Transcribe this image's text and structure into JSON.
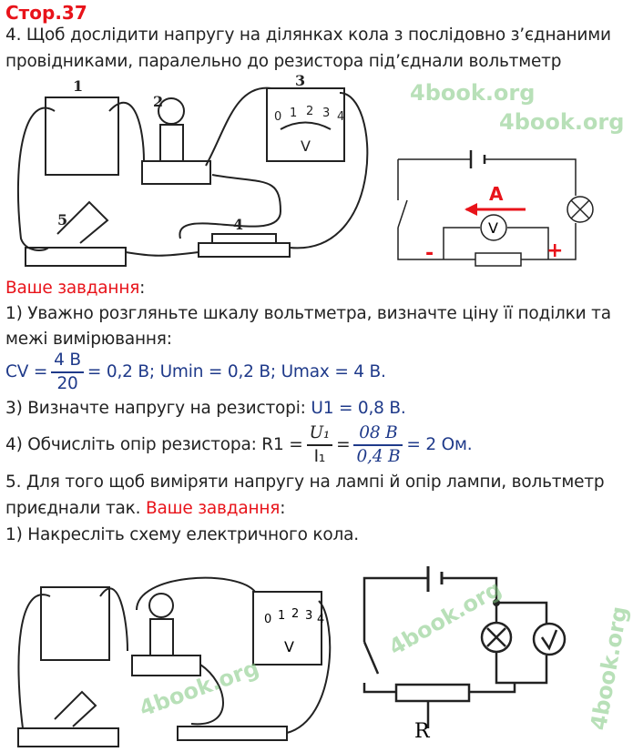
{
  "page_title": "Стор.37",
  "task4": {
    "line1": "4. Щоб дослідити напругу на ділянках кола з послідовно з’єднаними",
    "line2": "провідниками, паралельно до резистора під’єднали вольтметр",
    "figure_labels": [
      "1",
      "2",
      "3",
      "4",
      "5"
    ],
    "voltmeter_scale": [
      "0",
      "1",
      "2",
      "3",
      "4"
    ],
    "voltmeter_symbol": "V",
    "schematic": {
      "current_label": "A",
      "minus": "-",
      "plus": "+",
      "voltmeter": "V"
    },
    "your_task": "Ваше завдання",
    "item1_line1": "1) Уважно розгляньте шкалу вольтметра, визначте ціну її поділки та",
    "item1_line2": "межі вимірювання:",
    "cv": {
      "lhs": "CV =",
      "num": "4 В",
      "den": "20",
      "rhs": "= 0,2 В; Umin = 0,2 В; Umax = 4 В."
    },
    "item3_text": "3) Визначте напругу на резисторі:",
    "item3_answer": "U1 = 0,8 В.",
    "item4_text": "4) Обчисліть опір резистора: R1 =",
    "item4": {
      "num1": "U₁",
      "den1": "I₁",
      "eq": "=",
      "num2": "08 B",
      "den2": "0,4 B",
      "result": "= 2 Ом."
    }
  },
  "task5": {
    "line1": "5. Для того щоб виміряти напругу на лампі й опір лампи, вольтметр",
    "line2": "приєднали так.",
    "your_task": "Ваше завдання",
    "item1": "1) Накресліть схему електричного кола.",
    "sketch_label": "R"
  },
  "watermark": "4book.org",
  "colors": {
    "red": "#e8131a",
    "blue": "#1f3a8a",
    "watermark": "#7fc87f"
  }
}
